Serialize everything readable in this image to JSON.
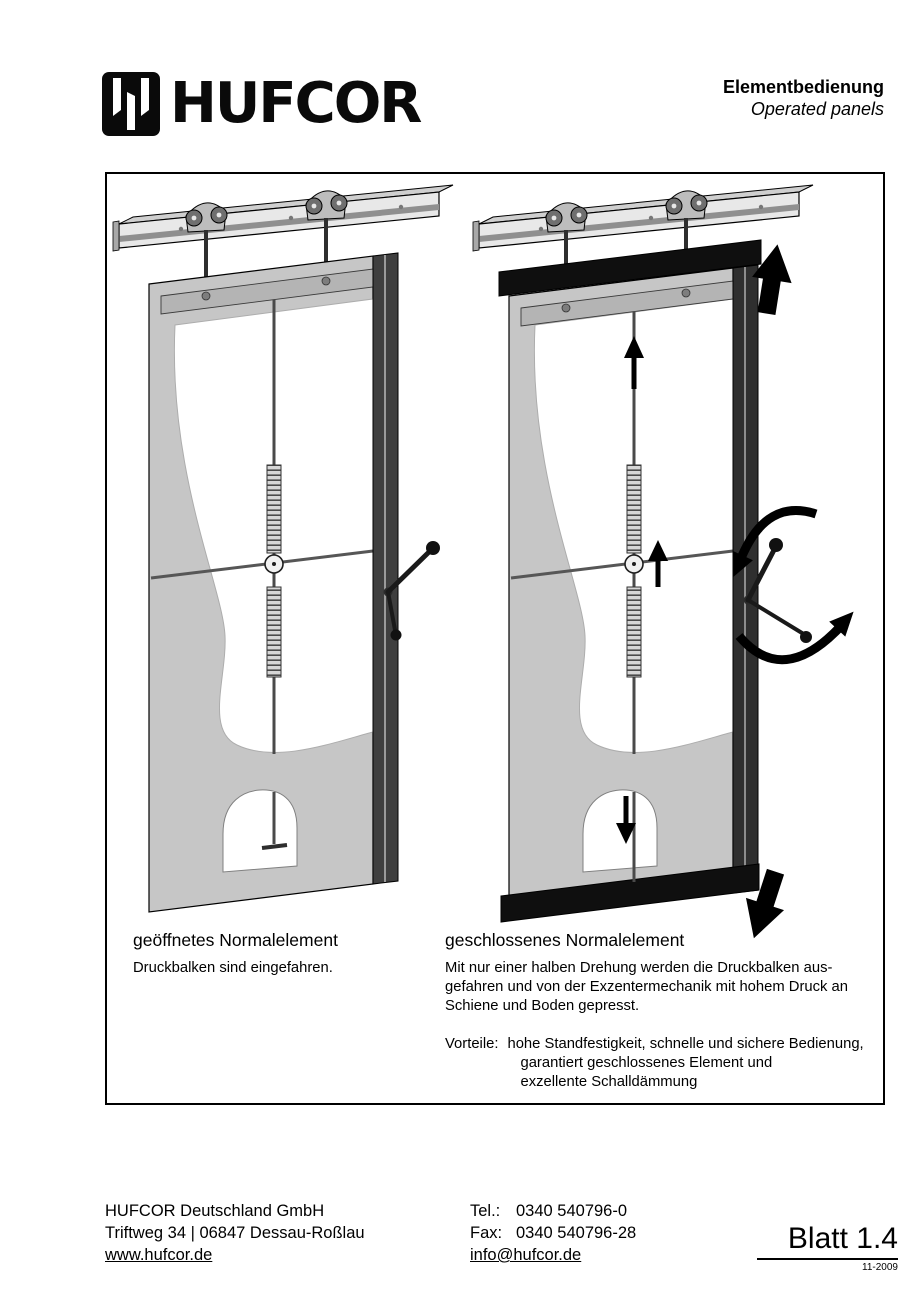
{
  "header": {
    "logo_text": "HUFCOR",
    "title_bold": "Elementbedienung",
    "title_italic": "Operated panels"
  },
  "figure": {
    "open": {
      "caption": "geöffnetes Normalelement",
      "description": "Druckbalken sind eingefahren."
    },
    "closed": {
      "caption": "geschlossenes Normalelement",
      "description": "Mit nur einer halben Drehung werden die Druckbalken aus-\ngefahren und von der Exzentermechanik mit hohem Druck an\nSchiene und Boden gepresst.",
      "benefits_label": "Vorteile:",
      "benefits_line1": "hohe Standfestigkeit, schnelle und sichere Bedienung,",
      "benefits_line2": "garantiert geschlossenes Element und",
      "benefits_line3": "exzellente Schalldämmung"
    }
  },
  "footer": {
    "company": "HUFCOR Deutschland GmbH",
    "address": "Triftweg 34 | 06847 Dessau-Roßlau",
    "website": "www.hufcor.de",
    "tel_label": "Tel.:",
    "tel_value": "0340 540796-0",
    "fax_label": "Fax:",
    "fax_value": "0340 540796-28",
    "email": "info@hufcor.de",
    "sheet": "Blatt 1.4",
    "revision": "11-2009"
  }
}
